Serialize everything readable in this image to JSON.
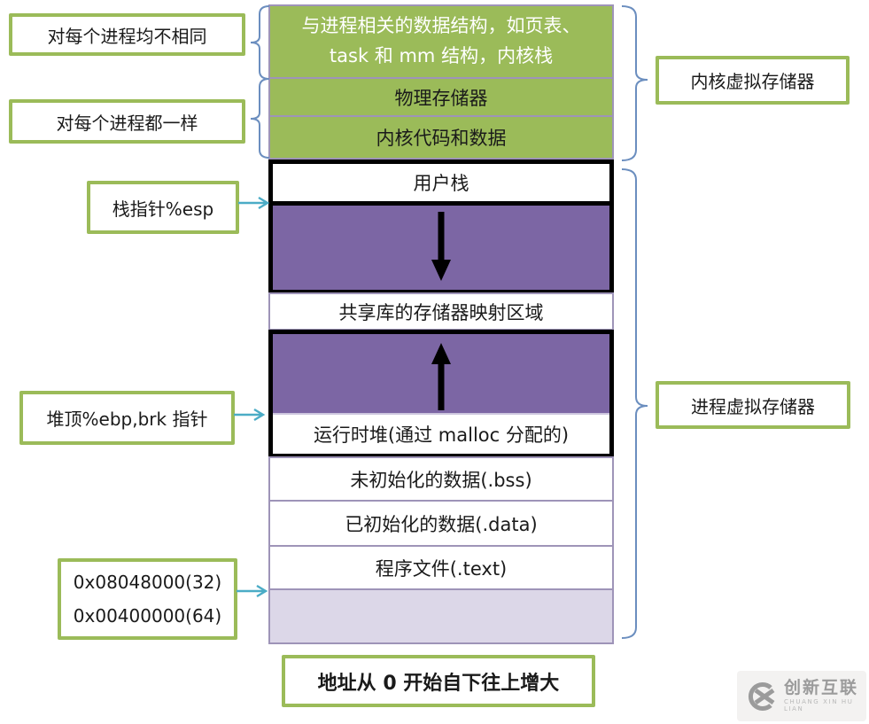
{
  "colors": {
    "green": "#9BBB59",
    "purple": "#7C66A4",
    "lavender": "#DCD7E8",
    "box_border": "#9E94B8",
    "black": "#000000",
    "arrow_blue": "#4BACC6",
    "brace_blue": "#6B8EBF",
    "text_dark": "#1A1A1A",
    "logo_gray": "#9B9B9B"
  },
  "left_labels": {
    "per_process_diff": "对每个进程均不相同",
    "per_process_same": "对每个进程都一样",
    "stack_pointer": "栈指针%esp",
    "heap_top": "堆顶%ebp,brk 指针",
    "text_addr_32": "0x08048000(32)",
    "text_addr_64": "0x00400000(64)"
  },
  "stack": {
    "kernel_data_line1": "与进程相关的数据结构，如页表、",
    "kernel_data_line2": "task 和 mm 结构，内核栈",
    "physical_memory": "物理存储器",
    "kernel_code": "内核代码和数据",
    "user_stack": "用户栈",
    "shared_lib": "共享库的存储器映射区域",
    "runtime_heap": "运行时堆(通过 malloc 分配的)",
    "bss": "未初始化的数据(.bss)",
    "data_segment": "已初始化的数据(.data)",
    "text_segment": "程序文件(.text)"
  },
  "right_labels": {
    "kernel_vm": "内核虚拟存储器",
    "process_vm": "进程虚拟存储器"
  },
  "bottom_note": "地址从 0 开始自下往上增大",
  "logo": {
    "name": "创新互联",
    "subtitle": "CHUANG XIN HU LIAN"
  },
  "icons": {
    "stack_growth": "down-arrow",
    "heap_growth": "up-arrow",
    "pointer_esp": "right-arrow",
    "pointer_brk": "right-arrow",
    "pointer_addr": "right-arrow",
    "logo_mark": "c-x-circle"
  }
}
